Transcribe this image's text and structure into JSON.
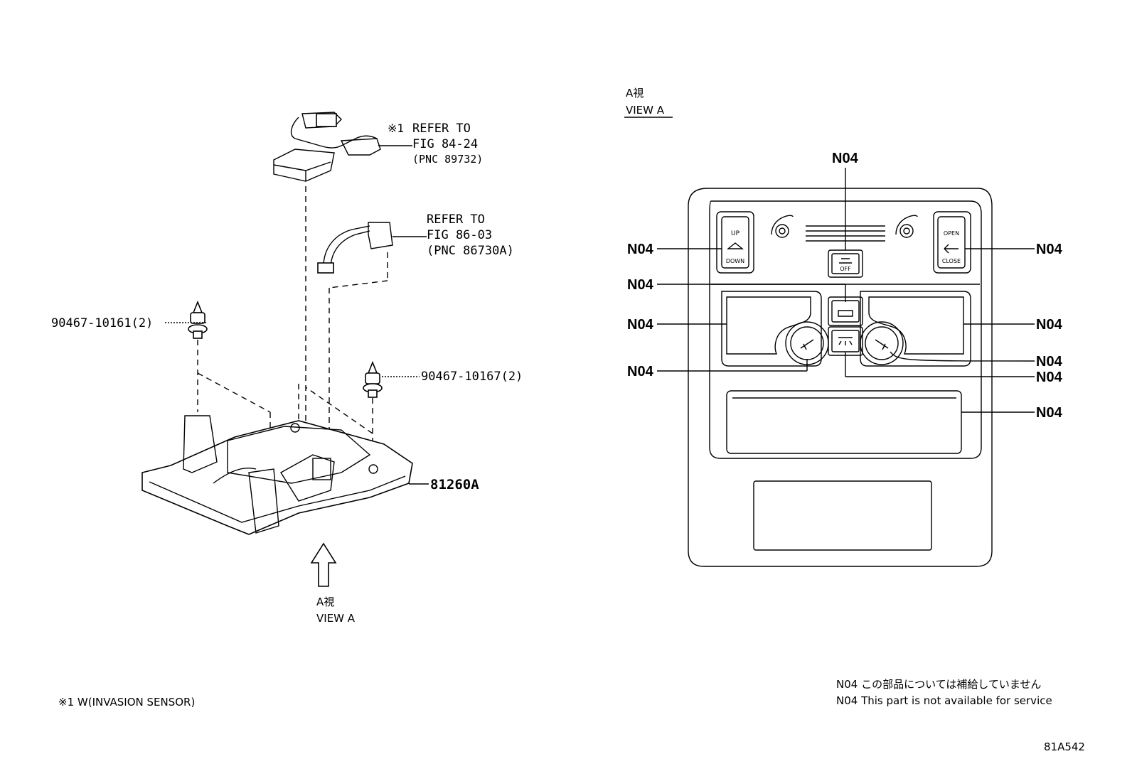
{
  "left": {
    "refer1": {
      "prefix": "※1",
      "line1": "REFER TO",
      "line2": "FIG 84-24",
      "line3": "(PNC 89732)"
    },
    "refer2": {
      "line1": "REFER TO",
      "line2": "FIG 86-03",
      "line3": "(PNC 86730A)"
    },
    "clip1": "90467-10161(2)",
    "clip2": "90467-10167(2)",
    "assembly": "81260A",
    "view_jp": "A視",
    "view_en": "VIEW A"
  },
  "right": {
    "view_jp": "A視",
    "view_en": "VIEW A",
    "callouts": [
      "N04",
      "N04",
      "N04",
      "N04",
      "N04",
      "N04",
      "N04",
      "N04",
      "N04"
    ],
    "switch_labels": {
      "up": "UP",
      "down": "DOWN",
      "open": "OPEN",
      "close": "CLOSE",
      "off": "OFF"
    }
  },
  "footnote": "※1 W(INVASION SENSOR)",
  "notes": {
    "jp": "N04 この部品については補給していません",
    "en": "N04 This part is not available for service"
  },
  "figure_id": "81A542"
}
